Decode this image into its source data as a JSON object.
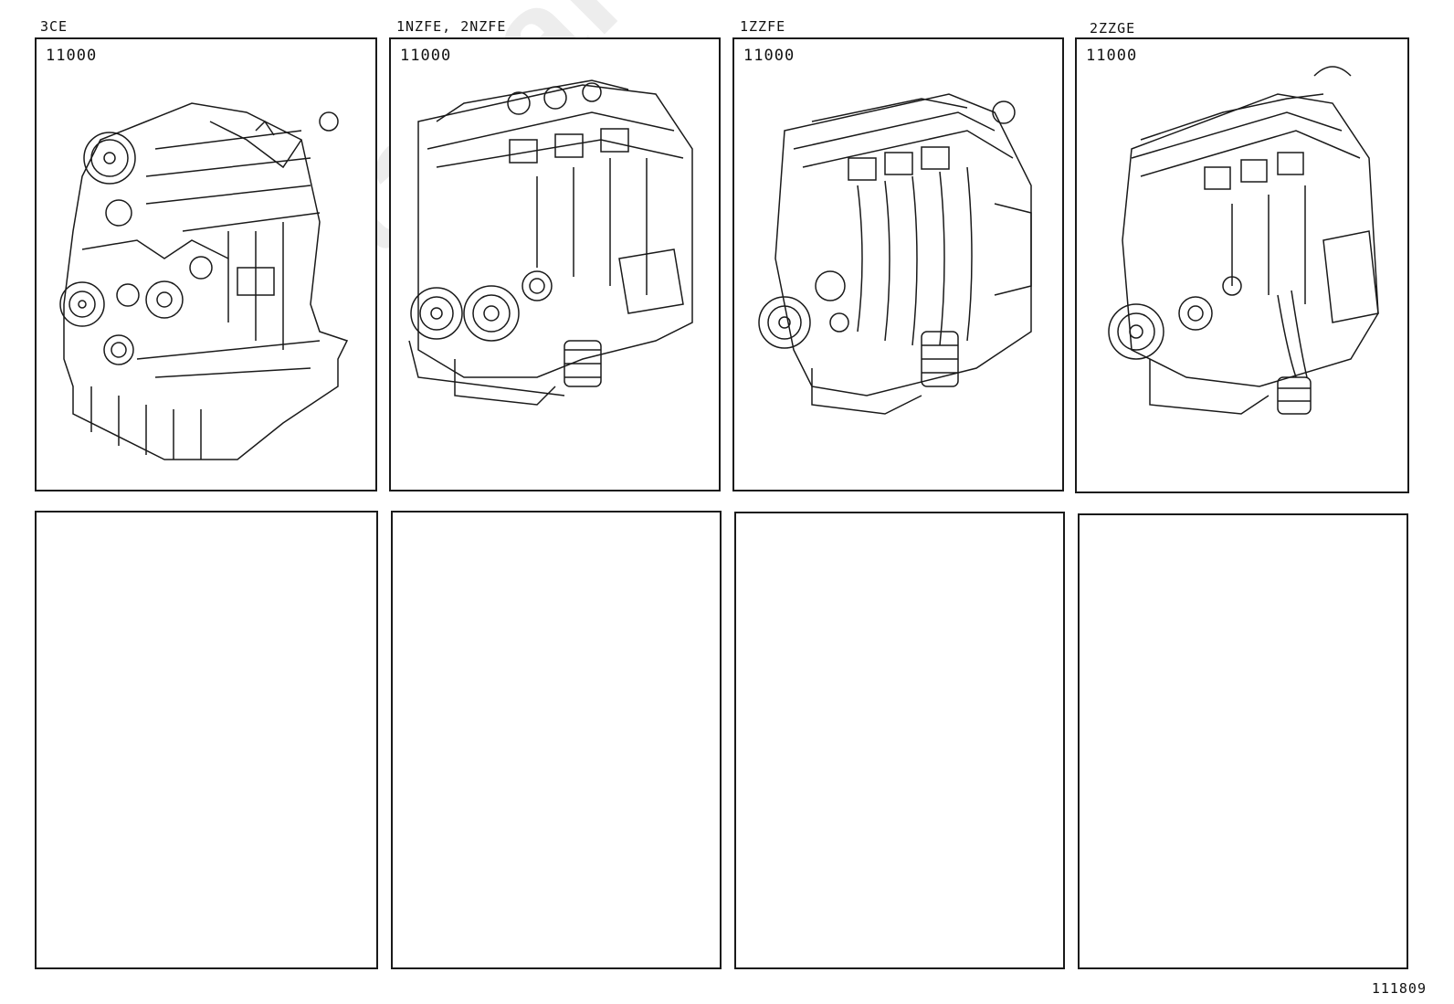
{
  "watermark": "ToyotaCarMaster",
  "reference_code": "111809",
  "panels": [
    {
      "engine": "3CE",
      "part_number": "11000"
    },
    {
      "engine": "1NZFE, 2NZFE",
      "part_number": "11000"
    },
    {
      "engine": "1ZZFE",
      "part_number": "11000"
    },
    {
      "engine": "2ZZGE",
      "part_number": "11000"
    }
  ],
  "colors": {
    "line": "#1a1a1a",
    "background": "#ffffff",
    "watermark": "#000000"
  }
}
